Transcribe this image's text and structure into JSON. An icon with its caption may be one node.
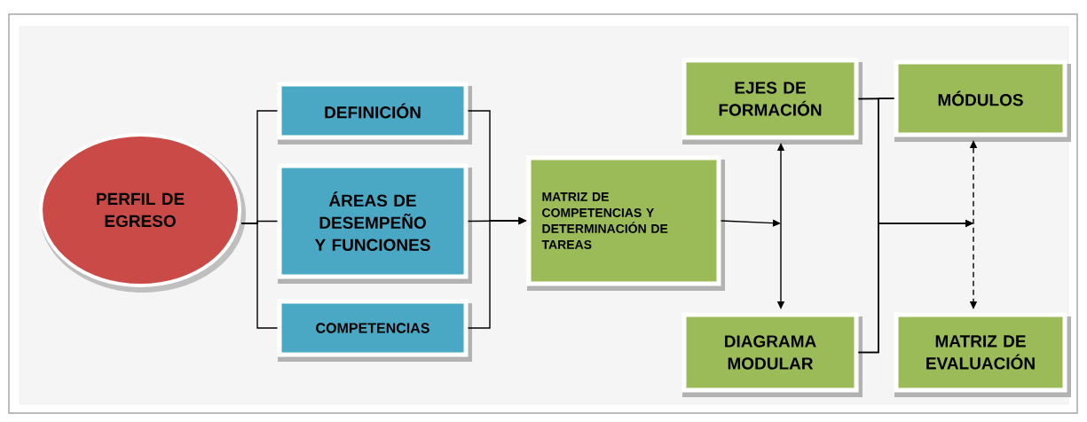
{
  "diagram": {
    "nodes": [
      {
        "text": [
          "PERFIL DE EGRESO"
        ]
      },
      {
        "text": [
          "DEFINICIÓN"
        ]
      },
      {
        "text": [
          "ÁREAS DE DESEMPEÑO Y FUNCIONES"
        ]
      },
      {
        "text": [
          "COMPETENCIAS"
        ]
      },
      {
        "text": [
          "MATRIZ DE COMPETENCIAS Y DETERMINACIÓN DE TAREAS"
        ]
      },
      {
        "text": [
          "EJES DE FORMACIÓN"
        ]
      },
      {
        "text": [
          "DIAGRAMA MODULAR"
        ]
      },
      {
        "text": [
          "MÓDULOS"
        ]
      },
      {
        "text": [
          "MATRIZ DE EVALUACIÓN"
        ]
      }
    ],
    "edges": [
      {
        "from": 0,
        "to": 1,
        "arrow": "none"
      },
      {
        "from": 0,
        "to": 2,
        "arrow": "none"
      },
      {
        "from": 0,
        "to": 3,
        "arrow": "none"
      },
      {
        "from": 1,
        "to": 4,
        "arrow": "to"
      },
      {
        "from": 2,
        "to": 4,
        "arrow": "to"
      },
      {
        "from": 3,
        "to": 4,
        "arrow": "to"
      },
      {
        "from": 4,
        "to": null,
        "arrow": "to"
      },
      {
        "from": 5,
        "to": 6,
        "arrow": "both"
      },
      {
        "from": 5,
        "to": 7,
        "arrow": "none"
      },
      {
        "from": 6,
        "to": 7,
        "arrow": "none"
      },
      {
        "from": 5,
        "to": null,
        "arrow": "to"
      },
      {
        "from": 6,
        "to": null,
        "arrow": "to"
      },
      {
        "from": 7,
        "to": 8,
        "arrow": "both",
        "style": "dashed"
      }
    ]
  }
}
